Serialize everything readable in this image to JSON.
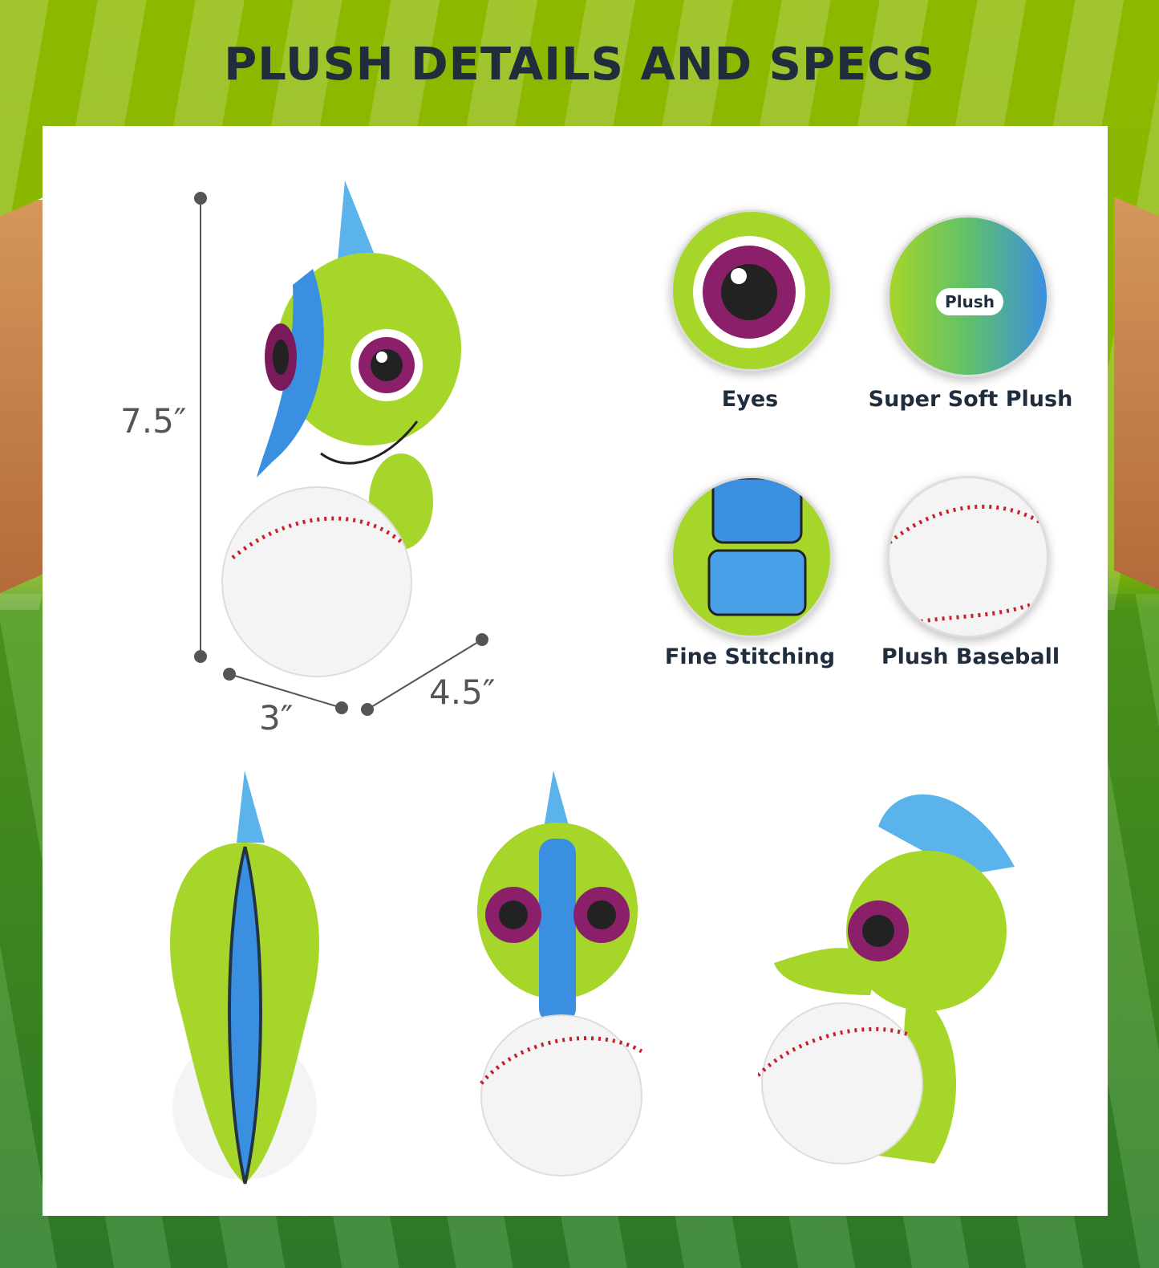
{
  "title": "PLUSH DETAILS AND SPECS",
  "dimensions": {
    "height": "7.5″",
    "width": "3″",
    "depth": "4.5″"
  },
  "features": [
    {
      "label": "Eyes",
      "icon": "eye-closeup"
    },
    {
      "label": "Super Soft Plush",
      "icon": "plush-fabric-closeup",
      "badge": "Plush"
    },
    {
      "label": "Fine Stitching",
      "icon": "stitching-closeup"
    },
    {
      "label": "Plush Baseball",
      "icon": "baseball-closeup"
    }
  ],
  "colors": {
    "field_green": "#8db800",
    "title": "#1f2d3d",
    "plush_green": "#a6d62a",
    "plush_blue": "#3b8fe0",
    "stitch_red": "#c8202a"
  }
}
